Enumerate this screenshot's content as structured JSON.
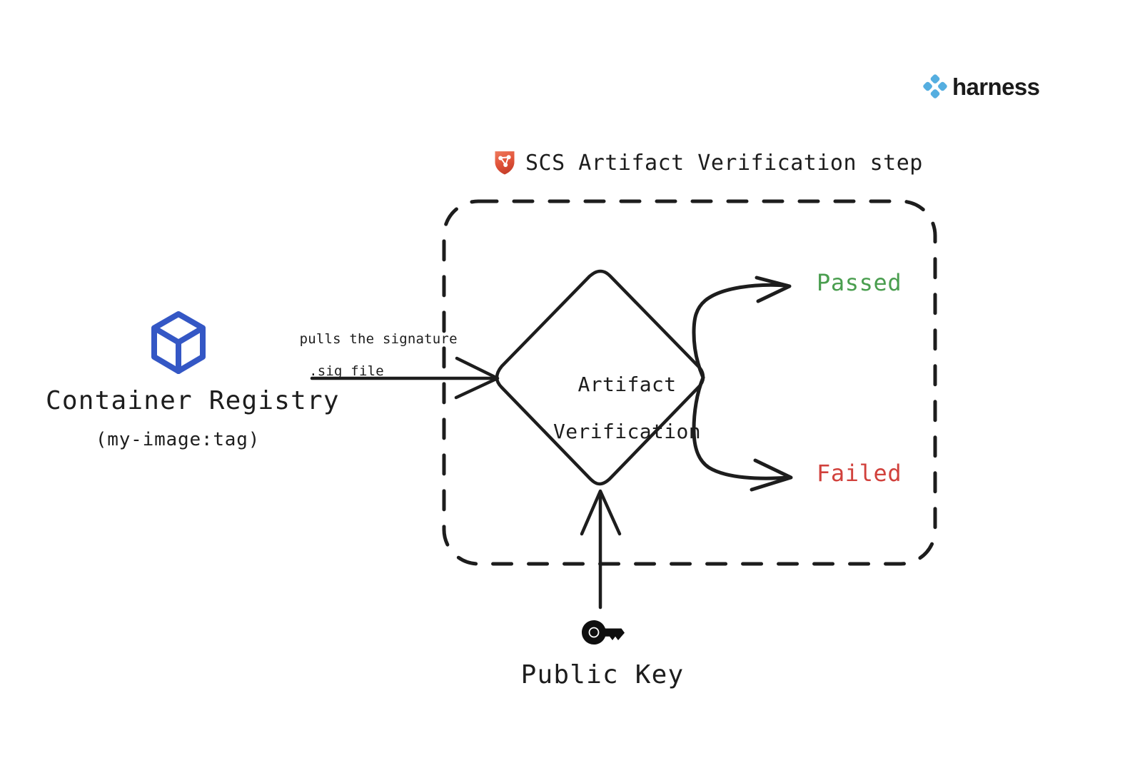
{
  "brand": {
    "name": "harness",
    "logo_icon": "harness-diamond-logo",
    "color": "#55AEE0"
  },
  "diagram": {
    "title": "SCS Artifact Verification step",
    "title_icon": "shield-supply-chain-icon",
    "title_icon_color": "#E05A42",
    "boundary": {
      "style": "dashed",
      "shape": "rounded-rectangle",
      "color": "#1d1d1d"
    },
    "source": {
      "label": "Container Registry",
      "sublabel": "(my-image:tag)",
      "icon": "container-cube-icon",
      "icon_color": "#3457C5"
    },
    "edge_label": {
      "line1": "pulls the signature",
      "line2": ".sig file"
    },
    "decision": {
      "shape": "diamond",
      "line1": "Artifact",
      "line2": "Verification"
    },
    "outcomes": [
      {
        "label": "Passed",
        "color": "#4a9e4f",
        "name": "passed"
      },
      {
        "label": "Failed",
        "color": "#d1413c",
        "name": "failed"
      }
    ],
    "input": {
      "label": "Public Key",
      "icon": "key-icon",
      "icon_color": "#0f0f0f"
    }
  }
}
